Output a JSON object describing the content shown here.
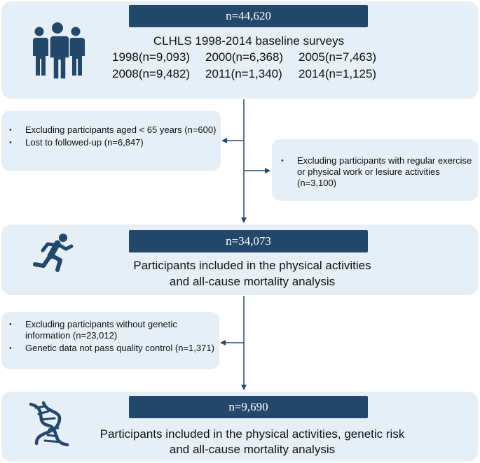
{
  "colors": {
    "box_fill": "#e6eef6",
    "badge_fill": "#23486b",
    "icon_fill": "#23486b",
    "arrow": "#23486b"
  },
  "top": {
    "badge": "n=44,620",
    "title": "CLHLS 1998-2014 baseline surveys",
    "years_row1": [
      "1998(n=9,093)",
      "2000(n=6,368)",
      "2005(n=7,463)"
    ],
    "years_row2": [
      "2008(n=9,482)",
      "2011(n=1,340)",
      "2014(n=1,125)"
    ],
    "icon": "people-group-icon"
  },
  "exclusion1": {
    "items": [
      "Excluding participants aged < 65 years (n=600)",
      "Lost to followed-up (n=6,847)"
    ]
  },
  "exclusion2": {
    "items": [
      "Excluding participants with regular exercise or  physical work or lesiure activities (n=3,100)"
    ]
  },
  "middle": {
    "badge": "n=34,073",
    "line1": "Participants included in the physical activities",
    "line2": "and all-cause mortality analysis",
    "icon": "running-person-icon"
  },
  "exclusion3": {
    "items": [
      "Excluding participants without genetic information (n=23,012)",
      "Genetic data not pass quality control (n=1,371)"
    ]
  },
  "bottom": {
    "badge": "n=9,690",
    "line1": "Participants included in the physical activities, genetic risk",
    "line2": "and all-cause mortality analysis",
    "icon": "dna-icon"
  }
}
